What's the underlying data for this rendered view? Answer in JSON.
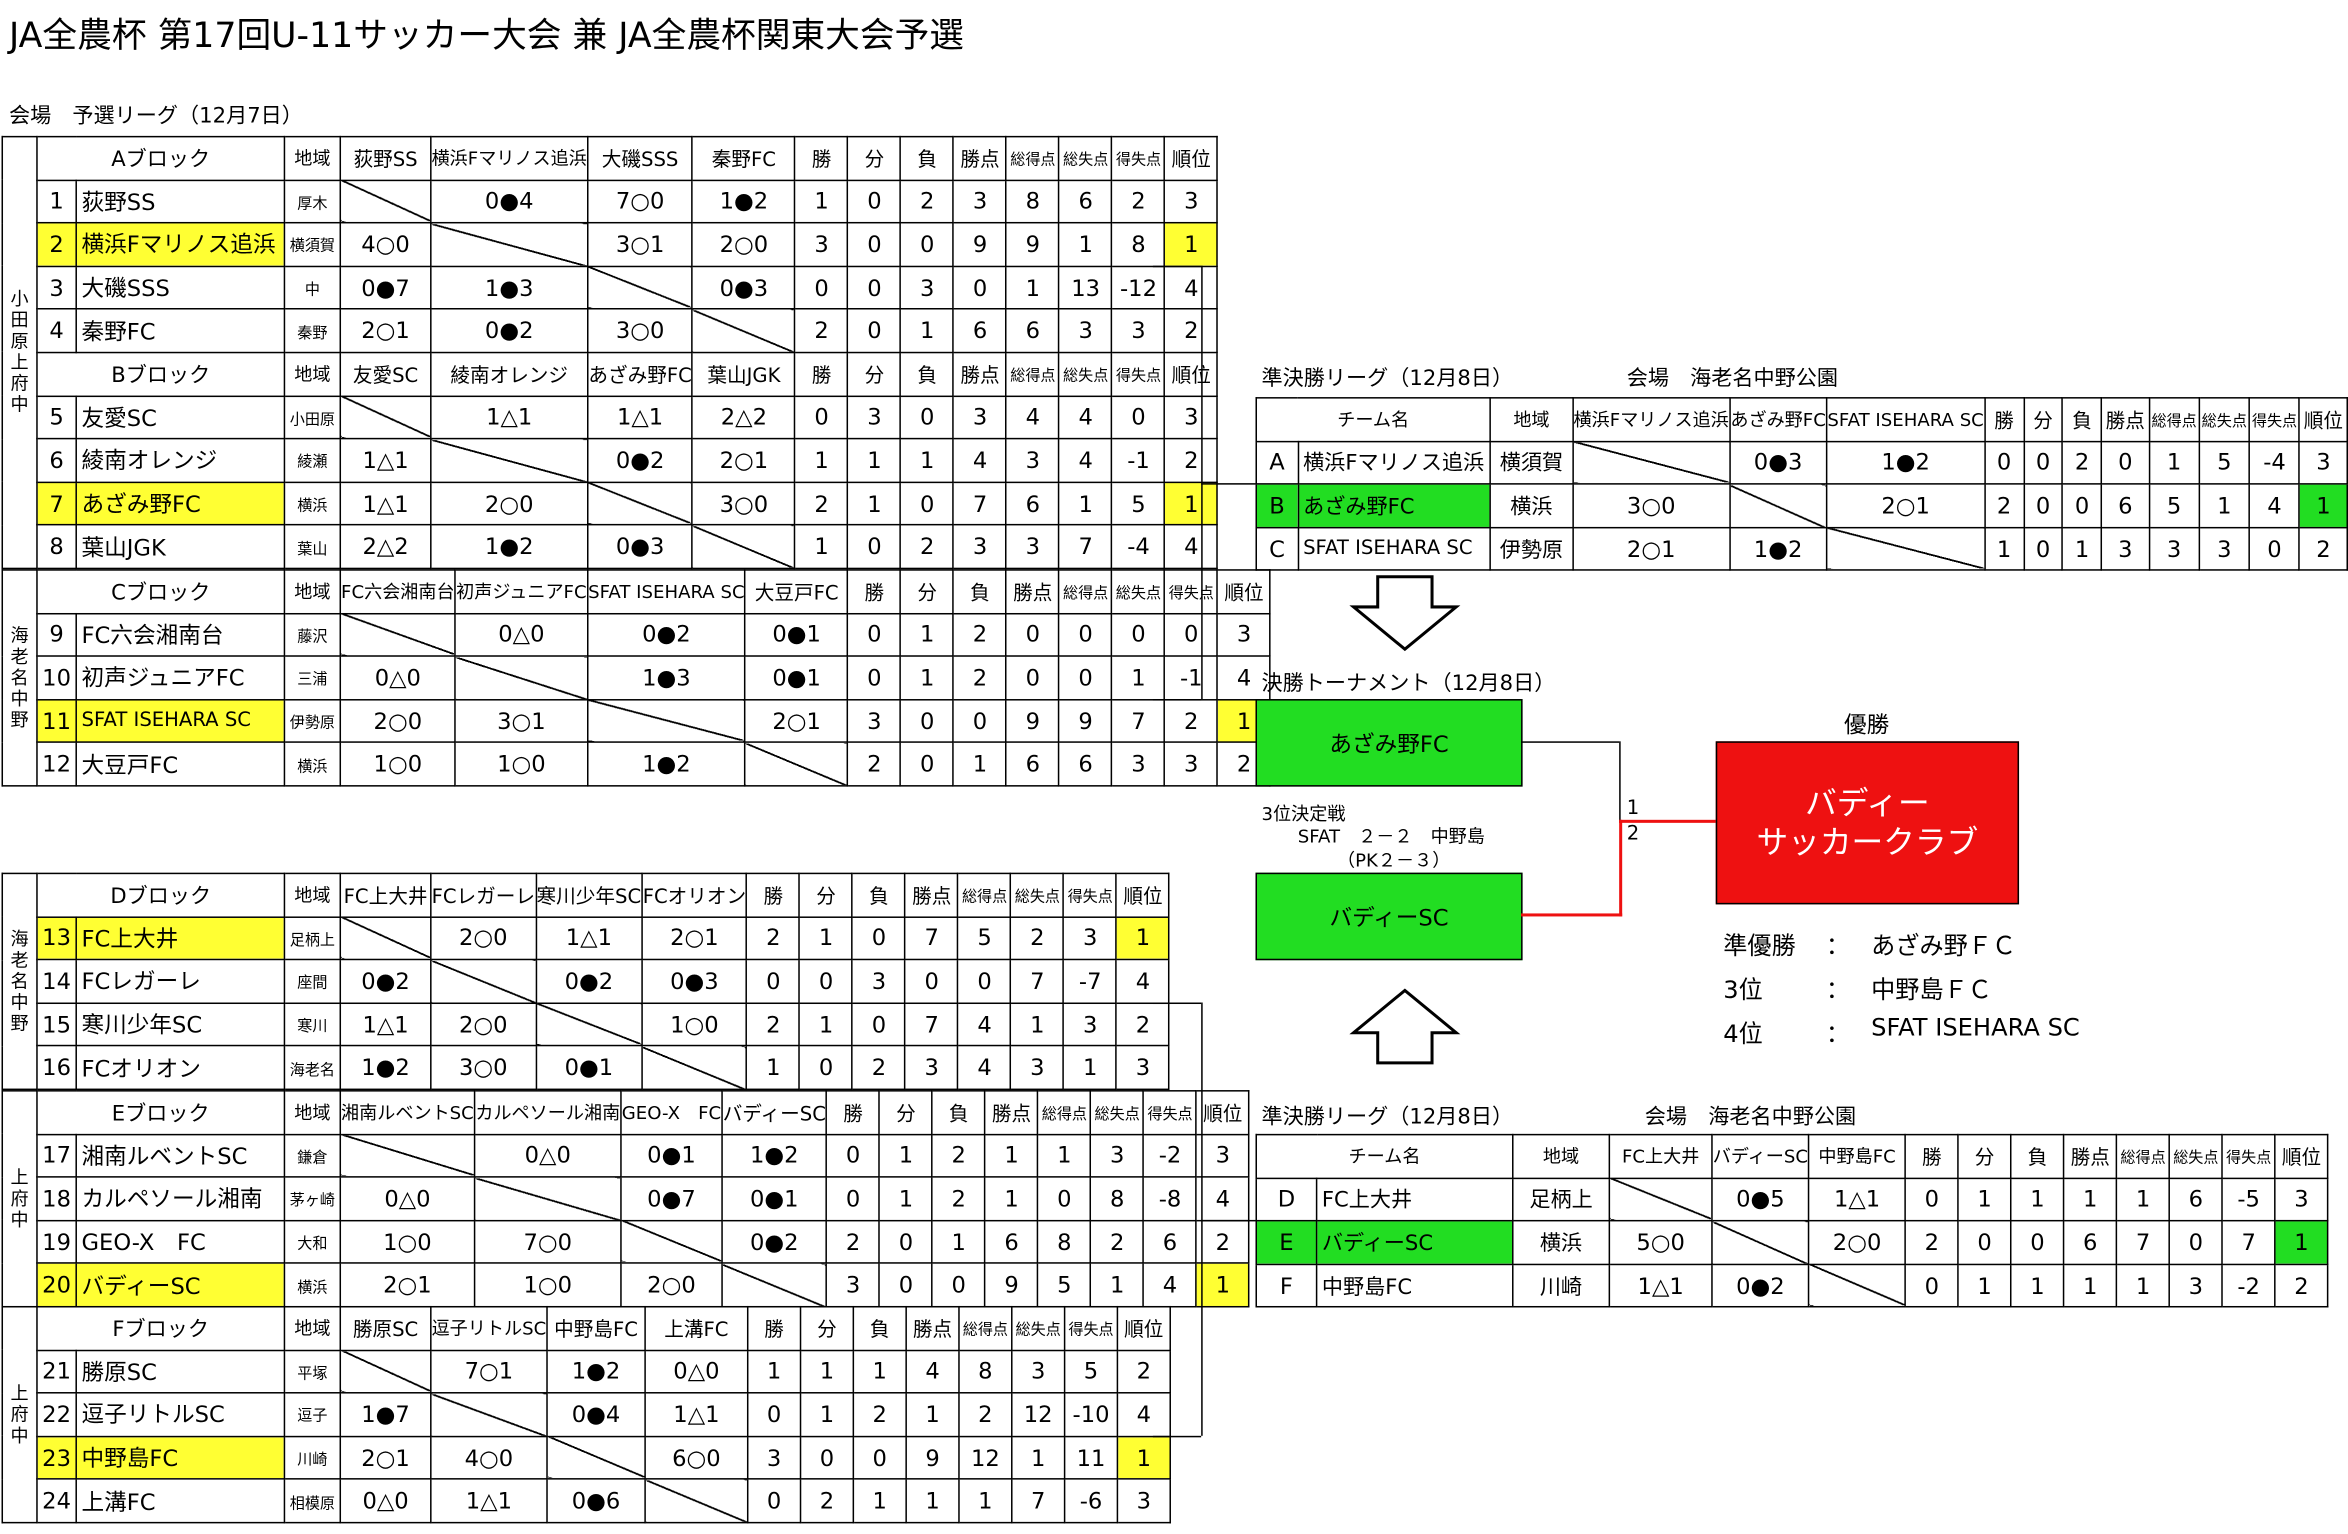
{
  "title": "JA全農杯 第17回U-11サッカー大会 兼 JA全農杯関東大会予選",
  "prelim_header": "会場　予選リーグ（12月7日）",
  "stat_labels": [
    "勝",
    "分",
    "負",
    "勝点",
    "総得点",
    "総失点",
    "得失点",
    "順位"
  ],
  "region_label": "地域",
  "sections": [
    {
      "side": "小田原上府中",
      "blocks": [
        {
          "name": "Aブロック",
          "opponents": [
            "荻野SS",
            "横浜Fマリノス追浜",
            "大磯SSS",
            "秦野FC"
          ],
          "rows": [
            {
              "no": "1",
              "team": "荻野SS",
              "region": "厚木",
              "results": [
                "",
                "0●4",
                "7○0",
                "1●2"
              ],
              "stats": [
                "1",
                "0",
                "2",
                "3",
                "8",
                "6",
                "2",
                "3"
              ],
              "hl": false
            },
            {
              "no": "2",
              "team": "横浜Fマリノス追浜",
              "region": "横須賀",
              "results": [
                "4○0",
                "",
                "3○1",
                "2○0"
              ],
              "stats": [
                "3",
                "0",
                "0",
                "9",
                "9",
                "1",
                "8",
                "1"
              ],
              "hl": true
            },
            {
              "no": "3",
              "team": "大磯SSS",
              "region": "中",
              "results": [
                "0●7",
                "1●3",
                "",
                "0●3"
              ],
              "stats": [
                "0",
                "0",
                "3",
                "0",
                "1",
                "13",
                "-12",
                "4"
              ],
              "hl": false
            },
            {
              "no": "4",
              "team": "秦野FC",
              "region": "秦野",
              "results": [
                "2○1",
                "0●2",
                "3○0",
                ""
              ],
              "stats": [
                "2",
                "0",
                "1",
                "6",
                "6",
                "3",
                "3",
                "2"
              ],
              "hl": false
            }
          ]
        },
        {
          "name": "Bブロック",
          "opponents": [
            "友愛SC",
            "綾南オレンジ",
            "あざみ野FC",
            "葉山JGK"
          ],
          "rows": [
            {
              "no": "5",
              "team": "友愛SC",
              "region": "小田原",
              "results": [
                "",
                "1△1",
                "1△1",
                "2△2"
              ],
              "stats": [
                "0",
                "3",
                "0",
                "3",
                "4",
                "4",
                "0",
                "3"
              ],
              "hl": false
            },
            {
              "no": "6",
              "team": "綾南オレンジ",
              "region": "綾瀬",
              "results": [
                "1△1",
                "",
                "0●2",
                "2○1"
              ],
              "stats": [
                "1",
                "1",
                "1",
                "4",
                "3",
                "4",
                "-1",
                "2"
              ],
              "hl": false
            },
            {
              "no": "7",
              "team": "あざみ野FC",
              "region": "横浜",
              "results": [
                "1△1",
                "2○0",
                "",
                "3○0"
              ],
              "stats": [
                "2",
                "1",
                "0",
                "7",
                "6",
                "1",
                "5",
                "1"
              ],
              "hl": true
            },
            {
              "no": "8",
              "team": "葉山JGK",
              "region": "葉山",
              "results": [
                "2△2",
                "1●2",
                "0●3",
                ""
              ],
              "stats": [
                "1",
                "0",
                "2",
                "3",
                "3",
                "7",
                "-4",
                "4"
              ],
              "hl": false
            }
          ]
        }
      ]
    },
    {
      "side": "海老名中野",
      "blocks": [
        {
          "name": "Cブロック",
          "opponents": [
            "FC六会湘南台",
            "初声ジュニアFC",
            "SFAT ISEHARA SC",
            "大豆戸FC"
          ],
          "rows": [
            {
              "no": "9",
              "team": "FC六会湘南台",
              "region": "藤沢",
              "results": [
                "",
                "0△0",
                "0●2",
                "0●1"
              ],
              "stats": [
                "0",
                "1",
                "2",
                "0",
                "0",
                "0",
                "0",
                "3"
              ],
              "hl": false
            },
            {
              "no": "10",
              "team": "初声ジュニアFC",
              "region": "三浦",
              "results": [
                "0△0",
                "",
                "1●3",
                "0●1"
              ],
              "stats": [
                "0",
                "1",
                "2",
                "0",
                "0",
                "1",
                "-1",
                "4"
              ],
              "hl": false
            },
            {
              "no": "11",
              "team": "SFAT ISEHARA SC",
              "region": "伊勢原",
              "results": [
                "2○0",
                "3○1",
                "",
                "2○1"
              ],
              "stats": [
                "3",
                "0",
                "0",
                "9",
                "9",
                "7",
                "2",
                "1"
              ],
              "hl": true
            },
            {
              "no": "12",
              "team": "大豆戸FC",
              "region": "横浜",
              "results": [
                "1○0",
                "1○0",
                "1●2",
                ""
              ],
              "stats": [
                "2",
                "0",
                "1",
                "6",
                "6",
                "3",
                "3",
                "2"
              ],
              "hl": false
            }
          ]
        }
      ]
    },
    {
      "side": "海老名中野",
      "blocks": [
        {
          "name": "Dブロック",
          "opponents": [
            "FC上大井",
            "FCレガーレ",
            "寒川少年SC",
            "FCオリオン"
          ],
          "rows": [
            {
              "no": "13",
              "team": "FC上大井",
              "region": "足柄上",
              "results": [
                "",
                "2○0",
                "1△1",
                "2○1"
              ],
              "stats": [
                "2",
                "1",
                "0",
                "7",
                "5",
                "2",
                "3",
                "1"
              ],
              "hl": true
            },
            {
              "no": "14",
              "team": "FCレガーレ",
              "region": "座間",
              "results": [
                "0●2",
                "",
                "0●2",
                "0●3"
              ],
              "stats": [
                "0",
                "0",
                "3",
                "0",
                "0",
                "7",
                "-7",
                "4"
              ],
              "hl": false
            },
            {
              "no": "15",
              "team": "寒川少年SC",
              "region": "寒川",
              "results": [
                "1△1",
                "2○0",
                "",
                "1○0"
              ],
              "stats": [
                "2",
                "1",
                "0",
                "7",
                "4",
                "1",
                "3",
                "2"
              ],
              "hl": false
            },
            {
              "no": "16",
              "team": "FCオリオン",
              "region": "海老名",
              "results": [
                "1●2",
                "3○0",
                "0●1",
                ""
              ],
              "stats": [
                "1",
                "0",
                "2",
                "3",
                "4",
                "3",
                "1",
                "3"
              ],
              "hl": false
            }
          ]
        }
      ]
    },
    {
      "side": "上府中",
      "blocks": [
        {
          "name": "Eブロック",
          "opponents": [
            "湘南ルベントSC",
            "カルペソール湘南",
            "GEO-X　FC",
            "バディーSC"
          ],
          "rows": [
            {
              "no": "17",
              "team": "湘南ルベントSC",
              "region": "鎌倉",
              "results": [
                "",
                "0△0",
                "0●1",
                "1●2"
              ],
              "stats": [
                "0",
                "1",
                "2",
                "1",
                "1",
                "3",
                "-2",
                "3"
              ],
              "hl": false
            },
            {
              "no": "18",
              "team": "カルペソール湘南",
              "region": "茅ヶ崎",
              "results": [
                "0△0",
                "",
                "0●7",
                "0●1"
              ],
              "stats": [
                "0",
                "1",
                "2",
                "1",
                "0",
                "8",
                "-8",
                "4"
              ],
              "hl": false
            },
            {
              "no": "19",
              "team": "GEO-X　FC",
              "region": "大和",
              "results": [
                "1○0",
                "7○0",
                "",
                "0●2"
              ],
              "stats": [
                "2",
                "0",
                "1",
                "6",
                "8",
                "2",
                "6",
                "2"
              ],
              "hl": false
            },
            {
              "no": "20",
              "team": "バディーSC",
              "region": "横浜",
              "results": [
                "2○1",
                "1○0",
                "2○0",
                ""
              ],
              "stats": [
                "3",
                "0",
                "0",
                "9",
                "5",
                "1",
                "4",
                "1"
              ],
              "hl": true
            }
          ]
        }
      ]
    },
    {
      "side": "上府中",
      "blocks": [
        {
          "name": "Fブロック",
          "opponents": [
            "勝原SC",
            "逗子リトルSC",
            "中野島FC",
            "上溝FC"
          ],
          "rows": [
            {
              "no": "21",
              "team": "勝原SC",
              "region": "平塚",
              "results": [
                "",
                "7○1",
                "1●2",
                "0△0"
              ],
              "stats": [
                "1",
                "1",
                "1",
                "4",
                "8",
                "3",
                "5",
                "2"
              ],
              "hl": false
            },
            {
              "no": "22",
              "team": "逗子リトルSC",
              "region": "逗子",
              "results": [
                "1●7",
                "",
                "0●4",
                "1△1"
              ],
              "stats": [
                "0",
                "1",
                "2",
                "1",
                "2",
                "12",
                "-10",
                "4"
              ],
              "hl": false
            },
            {
              "no": "23",
              "team": "中野島FC",
              "region": "川崎",
              "results": [
                "2○1",
                "4○0",
                "",
                "6○0"
              ],
              "stats": [
                "3",
                "0",
                "0",
                "9",
                "12",
                "1",
                "11",
                "1"
              ],
              "hl": true
            },
            {
              "no": "24",
              "team": "上溝FC",
              "region": "相模原",
              "results": [
                "0△0",
                "1△1",
                "0●6",
                ""
              ],
              "stats": [
                "0",
                "2",
                "1",
                "1",
                "1",
                "7",
                "-6",
                "3"
              ],
              "hl": false
            }
          ]
        }
      ]
    }
  ],
  "semi1": {
    "header_left": "準決勝リーグ（12月8日）",
    "header_right": "会場　海老名中野公園",
    "team_label": "チーム名",
    "region_label": "地域",
    "opponents": [
      "横浜Fマリノス追浜",
      "あざみ野FC",
      "SFAT ISEHARA SC"
    ],
    "rows": [
      {
        "id": "A",
        "team": "横浜Fマリノス追浜",
        "region": "横須賀",
        "results": [
          "",
          "0●3",
          "1●2"
        ],
        "stats": [
          "0",
          "0",
          "2",
          "0",
          "1",
          "5",
          "-4",
          "3"
        ],
        "hl": false
      },
      {
        "id": "B",
        "team": "あざみ野FC",
        "region": "横浜",
        "results": [
          "3○0",
          "",
          "2○1"
        ],
        "stats": [
          "2",
          "0",
          "0",
          "6",
          "5",
          "1",
          "4",
          "1"
        ],
        "hl": true
      },
      {
        "id": "C",
        "team": "SFAT ISEHARA SC",
        "region": "伊勢原",
        "results": [
          "2○1",
          "1●2",
          ""
        ],
        "stats": [
          "1",
          "0",
          "1",
          "3",
          "3",
          "3",
          "0",
          "2"
        ],
        "hl": false
      }
    ]
  },
  "semi2": {
    "header_left": "準決勝リーグ（12月8日）",
    "header_right": "会場　海老名中野公園",
    "team_label": "チーム名",
    "region_label": "地域",
    "opponents": [
      "FC上大井",
      "バディーSC",
      "中野島FC"
    ],
    "rows": [
      {
        "id": "D",
        "team": "FC上大井",
        "region": "足柄上",
        "results": [
          "",
          "0●5",
          "1△1"
        ],
        "stats": [
          "0",
          "1",
          "1",
          "1",
          "1",
          "6",
          "-5",
          "3"
        ],
        "hl": false
      },
      {
        "id": "E",
        "team": "バディーSC",
        "region": "横浜",
        "results": [
          "5○0",
          "",
          "2○0"
        ],
        "stats": [
          "2",
          "0",
          "0",
          "6",
          "7",
          "0",
          "7",
          "1"
        ],
        "hl": true
      },
      {
        "id": "F",
        "team": "中野島FC",
        "region": "川崎",
        "results": [
          "1△1",
          "0●2",
          ""
        ],
        "stats": [
          "0",
          "1",
          "1",
          "1",
          "1",
          "3",
          "-2",
          "2"
        ],
        "hl": false
      }
    ]
  },
  "final": {
    "header": "決勝トーナメント（12月8日）",
    "team1": "あざみ野FC",
    "team2": "バディーSC",
    "score1": "1",
    "score2": "2",
    "third_title": "3位決定戦",
    "third_match": "SFAT　２－２　中野島",
    "third_pk": "（PK２－３）",
    "champion_label": "優勝",
    "champion_line1": "バディー",
    "champion_line2": "サッカークラブ",
    "results": [
      {
        "label": "準優勝",
        "sep": "：",
        "team": "あざみ野ＦＣ"
      },
      {
        "label": "3位",
        "sep": "：",
        "team": "中野島ＦＣ"
      },
      {
        "label": "4位",
        "sep": "：",
        "team": "SFAT ISEHARA SC"
      }
    ]
  },
  "colors": {
    "highlight": "#ffff33",
    "green": "#22dd22",
    "red": "#ee1111"
  }
}
